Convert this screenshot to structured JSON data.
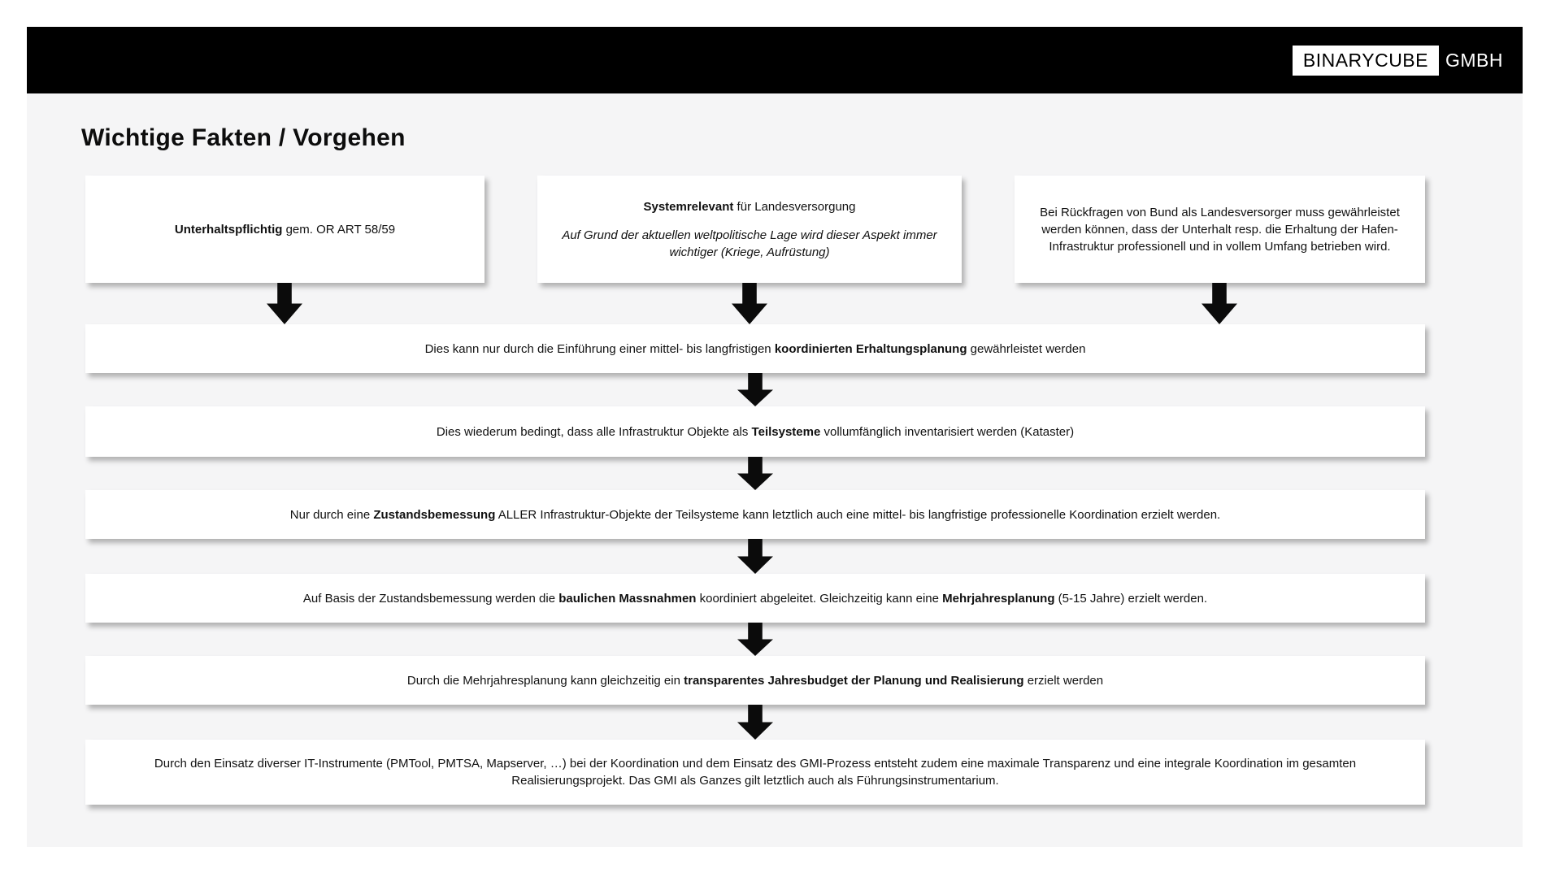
{
  "brand": {
    "name": "BINARYCUBE",
    "suffix": "GMBH"
  },
  "page": {
    "title": "Wichtige Fakten / Vorgehen"
  },
  "colors": {
    "header_bg": "#000000",
    "content_bg": "#f5f5f6",
    "card_bg": "#ffffff",
    "arrow": "#0b0b0b"
  },
  "top_boxes": {
    "box1": {
      "segments": [
        {
          "text": "Unterhaltspflichtig",
          "bold": true
        },
        {
          "text": " gem. OR ART 58/59"
        }
      ]
    },
    "box2": {
      "line1_segments": [
        {
          "text": "Systemrelevant",
          "bold": true
        },
        {
          "text": " für Landesversorgung"
        }
      ],
      "line2_segments": [
        {
          "text": "Auf Grund der aktuellen weltpolitische Lage wird dieser Aspekt immer wichtiger (Kriege, Aufrüstung)",
          "italic": true
        }
      ]
    },
    "box3": {
      "segments": [
        {
          "text": "Bei Rückfragen von Bund als Landesversorger muss gewährleistet werden können, dass der Unterhalt resp. die Erhaltung der Hafen-Infrastruktur professionell und in vollem Umfang betrieben wird."
        }
      ]
    }
  },
  "flow_rows": [
    {
      "segments": [
        {
          "text": "Dies kann nur durch die Einführung einer mittel- bis langfristigen "
        },
        {
          "text": "koordinierten Erhaltungsplanung",
          "bold": true
        },
        {
          "text": " gewährleistet werden"
        }
      ]
    },
    {
      "segments": [
        {
          "text": "Dies wiederum bedingt, dass alle Infrastruktur Objekte als "
        },
        {
          "text": "Teilsysteme",
          "bold": true
        },
        {
          "text": " vollumfänglich inventarisiert werden (Kataster)"
        }
      ]
    },
    {
      "segments": [
        {
          "text": "Nur durch eine "
        },
        {
          "text": "Zustandsbemessung",
          "bold": true
        },
        {
          "text": " ALLER Infrastruktur-Objekte der Teilsysteme kann letztlich auch eine mittel- bis langfristige professionelle Koordination erzielt werden."
        }
      ]
    },
    {
      "segments": [
        {
          "text": "Auf Basis der Zustandsbemessung werden die "
        },
        {
          "text": "baulichen Massnahmen",
          "bold": true
        },
        {
          "text": " koordiniert abgeleitet. Gleichzeitig kann eine "
        },
        {
          "text": "Mehrjahresplanung",
          "bold": true
        },
        {
          "text": " (5-15 Jahre) erzielt werden."
        }
      ]
    },
    {
      "segments": [
        {
          "text": "Durch die Mehrjahresplanung kann gleichzeitig ein "
        },
        {
          "text": "transparentes Jahresbudget der Planung und Realisierung",
          "bold": true
        },
        {
          "text": " erzielt werden"
        }
      ]
    },
    {
      "segments": [
        {
          "text": "Durch den Einsatz diverser IT-Instrumente (PMTool, PMTSA, Mapserver, …) bei der Koordination und dem Einsatz des GMI-Prozess entsteht zudem eine maximale Transparenz und eine integrale Koordination im gesamten Realisierungsprojekt. Das GMI als Ganzes gilt letztlich auch als Führungsinstrumentarium."
        }
      ]
    }
  ]
}
